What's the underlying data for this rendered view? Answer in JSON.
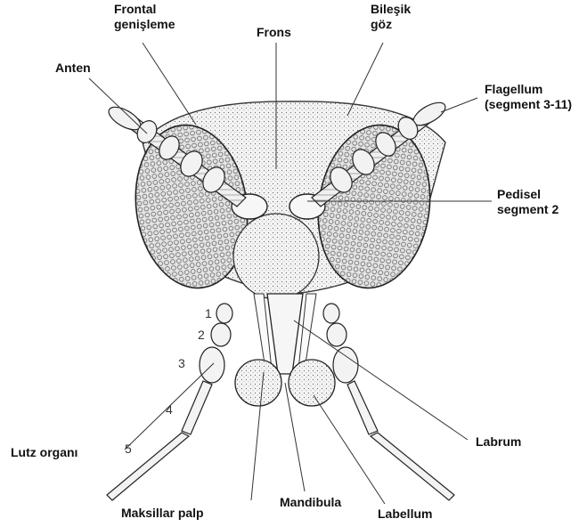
{
  "labels": {
    "frontal_genisleme": [
      "Frontal",
      "genişleme"
    ],
    "frons": "Frons",
    "bilesik_goz": [
      "Bileşik",
      "göz"
    ],
    "anten": "Anten",
    "flagellum": [
      "Flagellum",
      "(segment 3-11)"
    ],
    "pedisel": [
      "Pedisel",
      "segment 2"
    ],
    "lutz_organi": "Lutz organı",
    "labrum": "Labrum",
    "maksillar_palp": "Maksillar palp",
    "mandibula": "Mandibula",
    "labellum": "Labellum"
  },
  "palp_segments": [
    "1",
    "2",
    "3",
    "4",
    "5"
  ],
  "colors": {
    "ink": "#222222",
    "line": "#333333",
    "eye_fill": "#dcdcdc",
    "head_fill": "#eeeeee"
  }
}
